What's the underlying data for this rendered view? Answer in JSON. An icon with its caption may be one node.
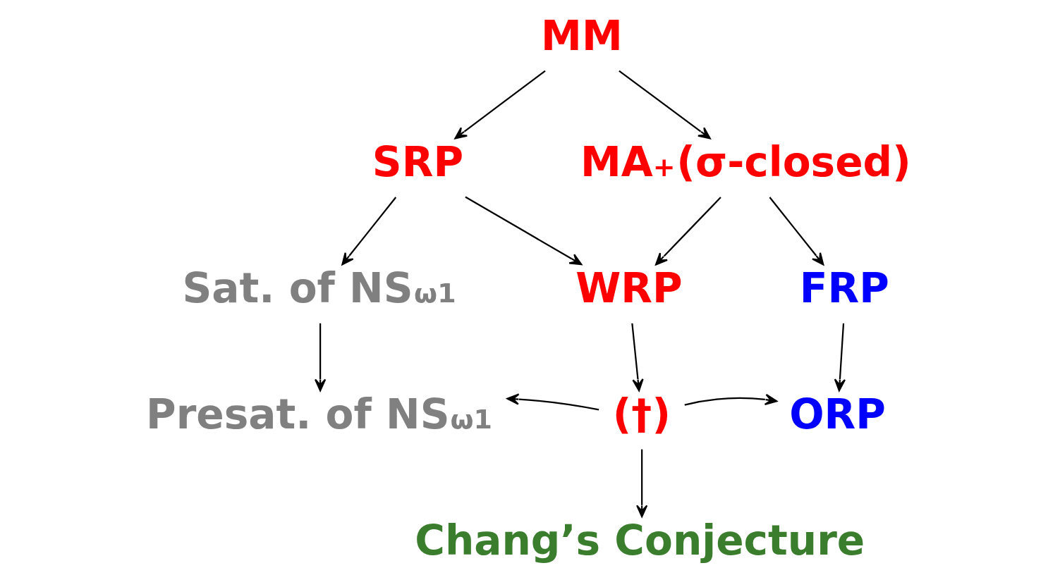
{
  "diagram": {
    "nodes": [
      {
        "text": [
          "MM"
        ]
      },
      {
        "text": [
          "SRP"
        ]
      },
      {
        "text": [
          "MA$^{+}$(σ-closed)"
        ]
      },
      {
        "text": [
          "Sat. of NS$_{ω1}$"
        ]
      },
      {
        "text": [
          "WRP"
        ]
      },
      {
        "text": [
          "FRP"
        ]
      },
      {
        "text": [
          "Presat. of NS$_{ω1}$"
        ]
      },
      {
        "text": [
          "(†)"
        ]
      },
      {
        "text": [
          "ORP"
        ]
      },
      {
        "text": [
          "Chang’s Conjecture"
        ]
      }
    ],
    "edges": [
      {
        "from": 0,
        "to": 1,
        "arrow": "to"
      },
      {
        "from": 0,
        "to": 2,
        "arrow": "to"
      },
      {
        "from": 1,
        "to": 3,
        "arrow": "to"
      },
      {
        "from": 1,
        "to": 4,
        "arrow": "to"
      },
      {
        "from": 2,
        "to": 4,
        "arrow": "to"
      },
      {
        "from": 2,
        "to": 5,
        "arrow": "to"
      },
      {
        "from": 3,
        "to": 6,
        "arrow": "to"
      },
      {
        "from": 4,
        "to": 7,
        "arrow": "to"
      },
      {
        "from": 5,
        "to": 8,
        "arrow": "to"
      },
      {
        "from": 7,
        "to": 6,
        "arrow": "to"
      },
      {
        "from": 7,
        "to": 8,
        "arrow": "to"
      },
      {
        "from": 7,
        "to": 9,
        "arrow": "to"
      }
    ]
  }
}
